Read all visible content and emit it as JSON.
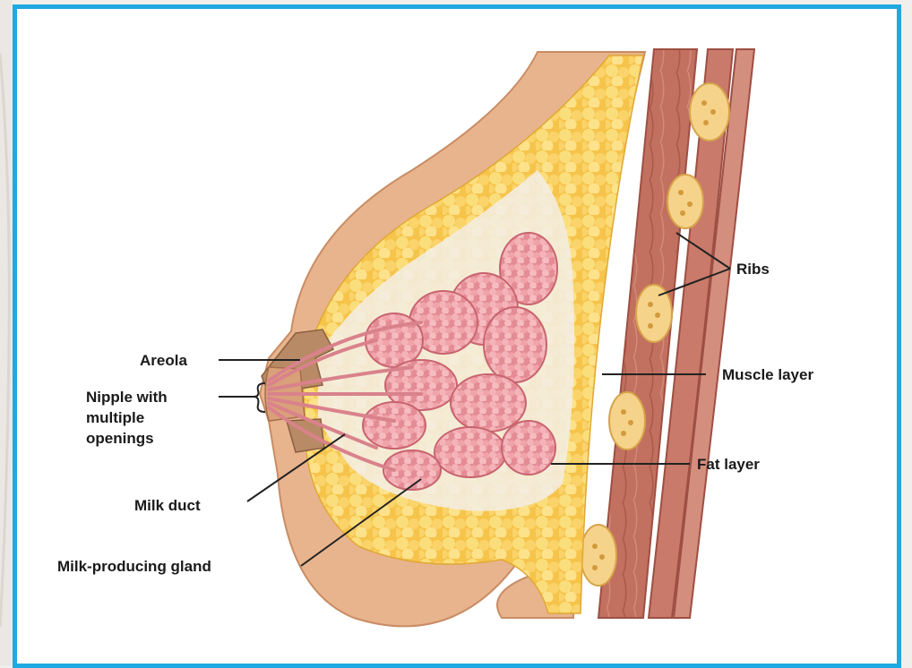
{
  "labels": {
    "areola": "Areola",
    "nipple_line1": "Nipple with",
    "nipple_line2": "multiple",
    "nipple_line3": "openings",
    "milk_duct": "Milk duct",
    "milk_gland": "Milk-producing gland",
    "ribs": "Ribs",
    "muscle_layer": "Muscle layer",
    "fat_layer": "Fat layer"
  },
  "colors": {
    "frame_border": "#1fa9e1",
    "skin": "#e8b48d",
    "fat": "#f7cf5a",
    "gland": "#ee9ea4",
    "muscle": "#c5766a",
    "rib_fill": "#f6d38a"
  }
}
